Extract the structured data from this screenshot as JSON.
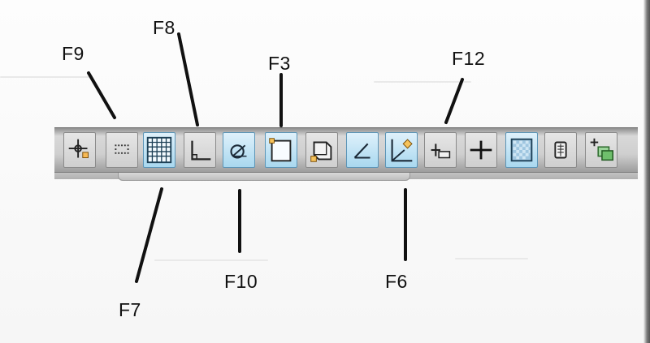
{
  "labels": {
    "f9": "F9",
    "f8": "F8",
    "f3": "F3",
    "f12": "F12",
    "f7": "F7",
    "f10": "F10",
    "f6": "F6"
  },
  "toolbar": {
    "tools": [
      {
        "icon": "model-space-crosshair-icon",
        "active": false
      },
      {
        "icon": "snap-mode-icon",
        "active": false
      },
      {
        "icon": "grid-display-icon",
        "active": true
      },
      {
        "icon": "ortho-mode-icon",
        "active": false
      },
      {
        "icon": "polar-tracking-icon",
        "active": true
      },
      {
        "icon": "object-snap-icon",
        "active": true
      },
      {
        "icon": "3d-object-snap-icon",
        "active": false
      },
      {
        "icon": "object-snap-tracking-icon",
        "active": true
      },
      {
        "icon": "dynamic-ucs-icon",
        "active": true
      },
      {
        "icon": "dynamic-input-icon",
        "active": false
      },
      {
        "icon": "lineweight-icon",
        "active": false
      },
      {
        "icon": "transparency-icon",
        "active": true
      },
      {
        "icon": "quick-properties-icon",
        "active": false
      },
      {
        "icon": "selection-cycling-icon",
        "active": false
      }
    ]
  },
  "colors": {
    "active_fill": "#a9d8ef",
    "active_border": "#5c95b7",
    "bar": "#cfcfcf",
    "label_text": "#111111"
  }
}
